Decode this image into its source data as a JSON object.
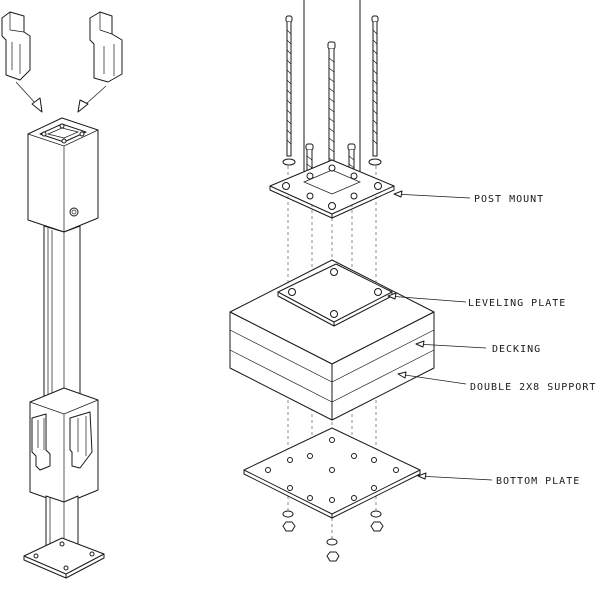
{
  "labels": {
    "post_mount": "POST MOUNT",
    "leveling_plate": "LEVELING PLATE",
    "decking": "DECKING",
    "double_2x8_support": "DOUBLE 2X8 SUPPORT",
    "bottom_plate": "BOTTOM PLATE"
  },
  "colors": {
    "line": "#1a1a1a",
    "background": "#ffffff"
  }
}
